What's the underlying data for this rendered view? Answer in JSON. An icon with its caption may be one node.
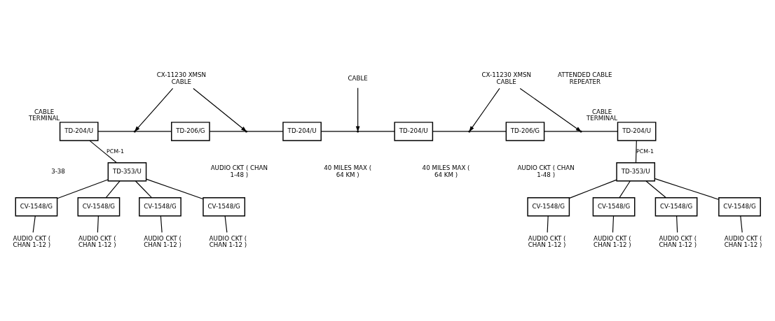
{
  "diagram": {
    "nodes": [
      {
        "text": [
          "TD-204/U"
        ],
        "beside": [
          "CABLE TERMINAL"
        ]
      },
      {
        "text": [
          "TD-206/G"
        ]
      },
      {
        "text": [
          "TD-204/U"
        ]
      },
      {
        "text": [
          "TD-204/U"
        ]
      },
      {
        "text": [
          "TD-206/G"
        ]
      },
      {
        "text": [
          "TD-204/U"
        ],
        "beside": [
          "CABLE TERMINAL"
        ]
      },
      {
        "text": [
          "TD-353/U"
        ]
      },
      {
        "text": [
          "TD-353/U"
        ]
      },
      {
        "text": [
          "CV-1548/G"
        ]
      },
      {
        "text": [
          "CV-1548/G"
        ]
      },
      {
        "text": [
          "CV-1548/G"
        ]
      },
      {
        "text": [
          "CV-1548/G"
        ]
      },
      {
        "text": [
          "CV-1548/G"
        ]
      },
      {
        "text": [
          "CV-1548/G"
        ]
      },
      {
        "text": [
          "CV-1548/G"
        ]
      },
      {
        "text": [
          "CV-1548/G"
        ]
      },
      {
        "text": [
          "AUDIO CKT ( CHAN 1-12 )"
        ]
      },
      {
        "text": [
          "AUDIO CKT ( CHAN 1-12 )"
        ]
      },
      {
        "text": [
          "AUDIO CKT ( CHAN 1-12 )"
        ]
      },
      {
        "text": [
          "AUDIO CKT ( CHAN 1-12 )"
        ]
      },
      {
        "text": [
          "AUDIO CKT ( CHAN 1-12 )"
        ]
      },
      {
        "text": [
          "AUDIO CKT ( CHAN 1-12 )"
        ]
      },
      {
        "text": [
          "AUDIO CKT ( CHAN 1-12 )"
        ]
      },
      {
        "text": [
          "AUDIO CKT ( CHAN 1-12 )"
        ]
      },
      {
        "text": [
          "CX-11230 XMSN CABLE"
        ]
      },
      {
        "text": [
          "CABLE"
        ]
      },
      {
        "text": [
          "CX-11230 XMSN CABLE"
        ]
      }
    ],
    "edges": [
      {
        "from": 0,
        "to": 1,
        "arrow": "none"
      },
      {
        "from": 1,
        "to": 2,
        "arrow": "none"
      },
      {
        "from": 2,
        "to": 3,
        "arrow": "none"
      },
      {
        "from": 3,
        "to": 4,
        "arrow": "none"
      },
      {
        "from": 4,
        "to": 5,
        "arrow": "none"
      },
      {
        "from": 0,
        "to": 6,
        "arrow": "none",
        "label": "PCM-1"
      },
      {
        "from": 5,
        "to": 7,
        "arrow": "none",
        "label": "PCM-1"
      },
      {
        "from": 6,
        "to": 8,
        "arrow": "none"
      },
      {
        "from": 6,
        "to": 9,
        "arrow": "none"
      },
      {
        "from": 6,
        "to": 10,
        "arrow": "none"
      },
      {
        "from": 6,
        "to": 11,
        "arrow": "none"
      },
      {
        "from": 7,
        "to": 12,
        "arrow": "none"
      },
      {
        "from": 7,
        "to": 13,
        "arrow": "none"
      },
      {
        "from": 7,
        "to": 14,
        "arrow": "none"
      },
      {
        "from": 7,
        "to": 15,
        "arrow": "none"
      },
      {
        "from": 8,
        "to": 16,
        "arrow": "none"
      },
      {
        "from": 9,
        "to": 17,
        "arrow": "none"
      },
      {
        "from": 10,
        "to": 18,
        "arrow": "none"
      },
      {
        "from": 11,
        "to": 19,
        "arrow": "none"
      },
      {
        "from": 12,
        "to": 20,
        "arrow": "none"
      },
      {
        "from": 13,
        "to": 21,
        "arrow": "none"
      },
      {
        "from": 14,
        "to": 22,
        "arrow": "none"
      },
      {
        "from": 15,
        "to": 23,
        "arrow": "none"
      },
      {
        "from": 24,
        "to": null,
        "arrow": "to"
      },
      {
        "from": 24,
        "to": null,
        "arrow": "to"
      },
      {
        "from": 25,
        "to": null,
        "arrow": "to"
      },
      {
        "from": 26,
        "to": null,
        "arrow": "to"
      },
      {
        "from": 26,
        "to": null,
        "arrow": "to"
      }
    ],
    "labels": [
      "ATTENDED CABLE REPEATER",
      "40 MILES MAX ( 64 KM )",
      "40 MILES MAX ( 64 KM )",
      "3-38",
      "AUDIO CKT ( CHAN 1-48 )",
      "AUDIO CKT ( CHAN 1-48 )"
    ]
  }
}
